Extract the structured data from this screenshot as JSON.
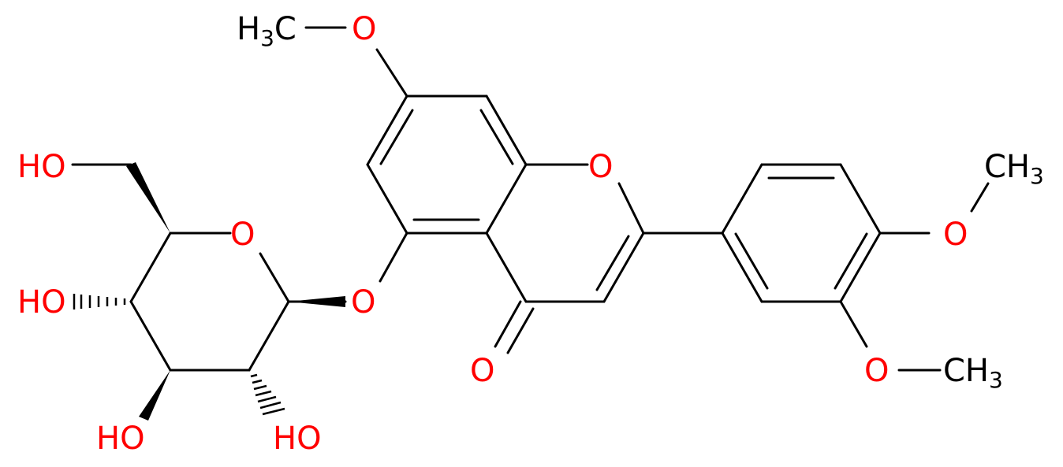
{
  "colors": {
    "oxygen": "#ff0000",
    "carbon": "#000000",
    "bond": "#000000",
    "background": "#ffffff"
  },
  "labels": {
    "methoxy_top": {
      "main": "H",
      "sub": "3",
      "tail": "C"
    },
    "o_methoxy_top": "O",
    "o_ring_pyran": "O",
    "o_sugar_ring": "O",
    "o_glycosidic": "O",
    "o_ketone": "O",
    "ho_ch2oh": "HO",
    "ho_c4": "HO",
    "ho_c3": "HO",
    "ho_c2": "HO",
    "o_para_methoxy": "O",
    "ch3_para": {
      "main": "CH",
      "sub": "3"
    },
    "o_meta_methoxy": "O",
    "ch3_meta": {
      "main": "CH",
      "sub": "3"
    }
  }
}
